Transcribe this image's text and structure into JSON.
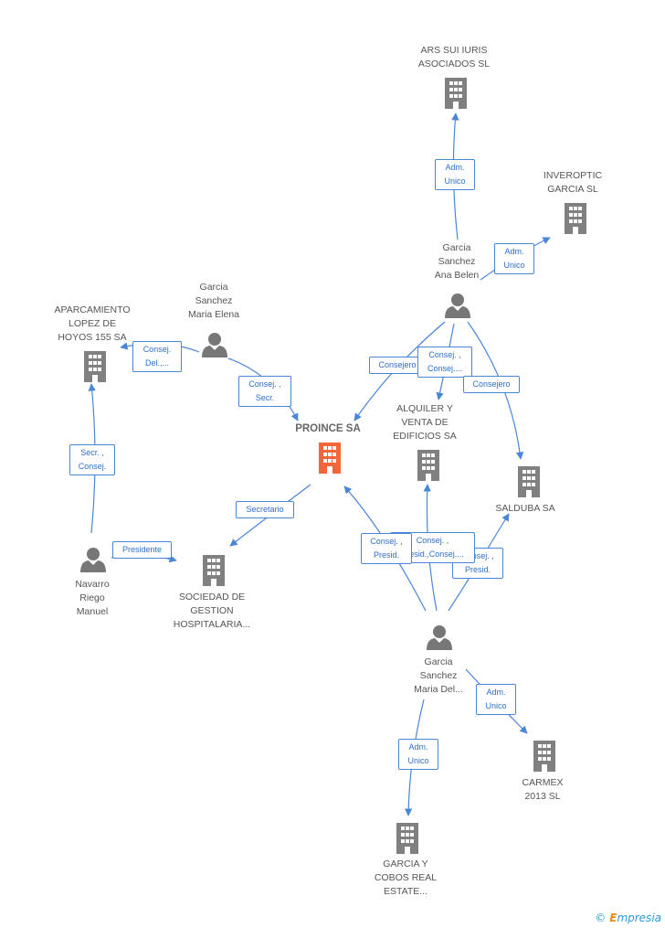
{
  "colors": {
    "edge": "#4a86d8",
    "company_icon": "#808080",
    "person_icon": "#777777",
    "focus_icon": "#f2663a"
  },
  "nodes": {
    "proince": {
      "label": "PROINCE SA",
      "kind": "company-focus"
    },
    "ars": {
      "label": "ARS SUI IURIS\nASOCIADOS SL",
      "kind": "company"
    },
    "inveroptic": {
      "label": "INVEROPTIC\nGARCIA SL",
      "kind": "company"
    },
    "aparcamiento": {
      "label": "APARCAMIENTO\nLOPEZ DE\nHOYOS 155 SA",
      "kind": "company"
    },
    "alquiler": {
      "label": "ALQUILER Y\nVENTA DE\nEDIFICIOS SA",
      "kind": "company"
    },
    "salduba": {
      "label": "SALDUBA SA",
      "kind": "company"
    },
    "sociedad": {
      "label": "SOCIEDAD DE\nGESTION\nHOSPITALARIA...",
      "kind": "company"
    },
    "carmex": {
      "label": "CARMEX\n2013  SL",
      "kind": "company"
    },
    "cobos": {
      "label": "GARCIA Y\nCOBOS REAL\nESTATE...",
      "kind": "company"
    },
    "ana_belen": {
      "label": "Garcia\nSanchez\nAna Belen",
      "kind": "person"
    },
    "maria_elena": {
      "label": "Garcia\nSanchez\nMaria Elena",
      "kind": "person"
    },
    "navarro": {
      "label": "Navarro\nRiego\nManuel",
      "kind": "person"
    },
    "maria_del": {
      "label": "Garcia\nSanchez\nMaria Del...",
      "kind": "person"
    }
  },
  "edges": [
    {
      "id": "e1",
      "label": "Adm.\nUnico"
    },
    {
      "id": "e2",
      "label": "Adm.\nUnico"
    },
    {
      "id": "e3",
      "label": "Consejero"
    },
    {
      "id": "e4",
      "label": "Consej. ,\nConsej...."
    },
    {
      "id": "e5",
      "label": "Consejero"
    },
    {
      "id": "e6",
      "label": "Consej.\nDel.,..."
    },
    {
      "id": "e7",
      "label": "Consej. ,\nSecr."
    },
    {
      "id": "e8",
      "label": "Secr. ,\nConsej."
    },
    {
      "id": "e9",
      "label": "Presidente"
    },
    {
      "id": "e10",
      "label": "Secretario"
    },
    {
      "id": "e11",
      "label": "Consej. ,\nPresid."
    },
    {
      "id": "e12",
      "label": "Consej. ,\nPresid.,Consej...."
    },
    {
      "id": "e13",
      "label": "Consej. ,\nPresid."
    },
    {
      "id": "e14",
      "label": "Adm.\nUnico"
    },
    {
      "id": "e15",
      "label": "Adm.\nUnico"
    }
  ],
  "credit": {
    "symbol": "©",
    "brand_initial": "E",
    "brand_rest": "mpresia"
  }
}
